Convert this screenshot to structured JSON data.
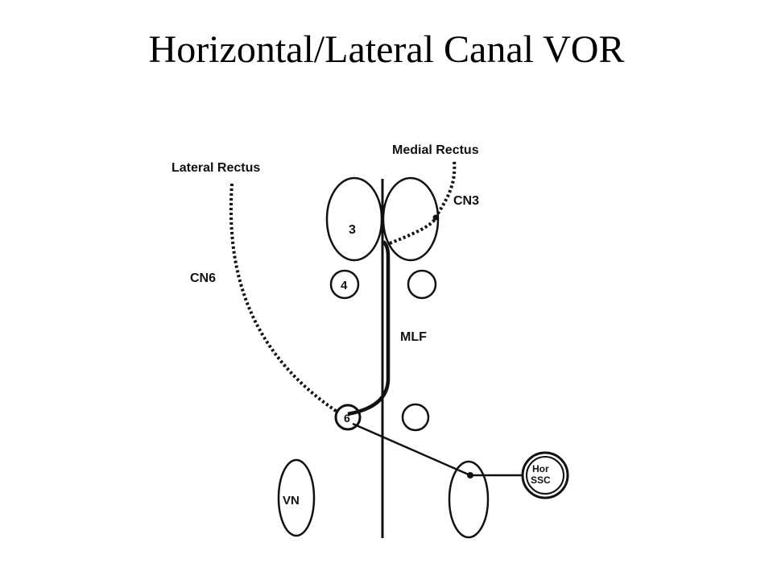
{
  "slide": {
    "title": "Horizontal/Lateral Canal VOR"
  },
  "diagram": {
    "labels": {
      "medial_rectus": "Medial Rectus",
      "lateral_rectus": "Lateral Rectus",
      "cn3": "CN3",
      "cn6": "CN6",
      "nucleus_3": "3",
      "nucleus_4": "4",
      "nucleus_6": "6",
      "mlf": "MLF",
      "vn": "VN",
      "hor_ssc_line1": "Hor",
      "hor_ssc_line2": "SSC"
    }
  }
}
